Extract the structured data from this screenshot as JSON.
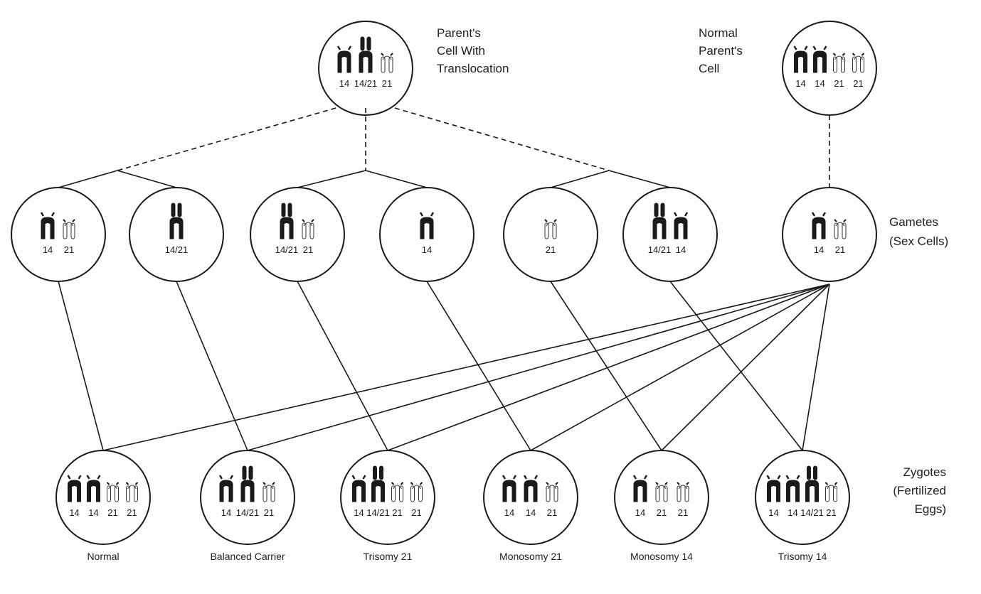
{
  "figure": {
    "parents": {
      "translocation": {
        "chromosomes": [
          {
            "kind": "14",
            "label": "14"
          },
          {
            "kind": "14/21",
            "label": "14/21"
          },
          {
            "kind": "21",
            "label": "21"
          }
        ],
        "caption": [
          "Parent's",
          "Cell With",
          "Translocation"
        ]
      },
      "normal": {
        "chromosomes": [
          {
            "kind": "14",
            "label": "14"
          },
          {
            "kind": "14",
            "label": "14"
          },
          {
            "kind": "21",
            "label": "21"
          },
          {
            "kind": "21",
            "label": "21"
          }
        ],
        "caption": [
          "Normal",
          "Parent's",
          "Cell"
        ]
      }
    },
    "gametes": {
      "caption": [
        "Gametes",
        "(Sex Cells)"
      ],
      "translocation_parent": [
        {
          "chromosomes": [
            {
              "kind": "14",
              "label": "14"
            },
            {
              "kind": "21",
              "label": "21"
            }
          ]
        },
        {
          "chromosomes": [
            {
              "kind": "14/21",
              "label": "14/21"
            }
          ]
        },
        {
          "chromosomes": [
            {
              "kind": "14/21",
              "label": "14/21"
            },
            {
              "kind": "21",
              "label": "21"
            }
          ]
        },
        {
          "chromosomes": [
            {
              "kind": "14",
              "label": "14"
            }
          ]
        },
        {
          "chromosomes": [
            {
              "kind": "21",
              "label": "21"
            }
          ]
        },
        {
          "chromosomes": [
            {
              "kind": "14/21",
              "label": "14/21"
            },
            {
              "kind": "14",
              "label": "14"
            }
          ]
        }
      ],
      "normal_parent": {
        "chromosomes": [
          {
            "kind": "14",
            "label": "14"
          },
          {
            "kind": "21",
            "label": "21"
          }
        ]
      }
    },
    "zygotes": {
      "caption": [
        "Zygotes",
        "(Fertilized",
        "Eggs)"
      ],
      "items": [
        {
          "outcome": "Normal",
          "chromosomes": [
            {
              "kind": "14",
              "label": "14"
            },
            {
              "kind": "14",
              "label": "14"
            },
            {
              "kind": "21",
              "label": "21"
            },
            {
              "kind": "21",
              "label": "21"
            }
          ]
        },
        {
          "outcome": "Balanced Carrier",
          "chromosomes": [
            {
              "kind": "14",
              "label": "14"
            },
            {
              "kind": "14/21",
              "label": "14/21"
            },
            {
              "kind": "21",
              "label": "21"
            }
          ]
        },
        {
          "outcome": "Trisomy 21",
          "chromosomes": [
            {
              "kind": "14",
              "label": "14"
            },
            {
              "kind": "14/21",
              "label": "14/21"
            },
            {
              "kind": "21",
              "label": "21"
            },
            {
              "kind": "21",
              "label": "21"
            }
          ]
        },
        {
          "outcome": "Monosomy 21",
          "chromosomes": [
            {
              "kind": "14",
              "label": "14"
            },
            {
              "kind": "14",
              "label": "14"
            },
            {
              "kind": "21",
              "label": "21"
            }
          ]
        },
        {
          "outcome": "Monosomy 14",
          "chromosomes": [
            {
              "kind": "14",
              "label": "14"
            },
            {
              "kind": "21",
              "label": "21"
            },
            {
              "kind": "21",
              "label": "21"
            }
          ]
        },
        {
          "outcome": "Trisomy 14",
          "chromosomes": [
            {
              "kind": "14",
              "label": "14"
            },
            {
              "kind": "14",
              "label": "14"
            },
            {
              "kind": "14/21",
              "label": "14/21"
            },
            {
              "kind": "21",
              "label": "21"
            }
          ]
        }
      ]
    },
    "colors": {
      "ink": "#1a1a1a",
      "paper": "#fdfdfb"
    }
  }
}
